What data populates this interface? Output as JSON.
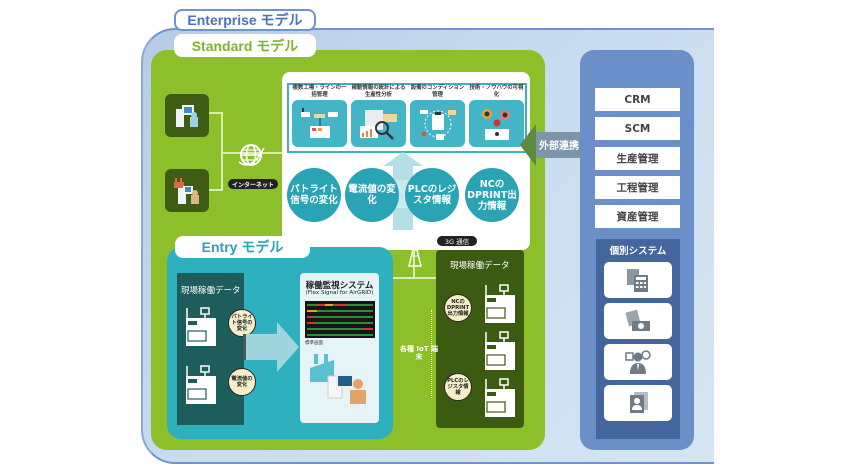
{
  "tabs": {
    "enterprise": "Enterprise モデル",
    "standard": "Standard モデル",
    "entry": "Entry モデル"
  },
  "standard": {
    "internet_label": "インターネット",
    "features": [
      {
        "title": "複数工場・ラインの一括管理",
        "icon": "factory-line-icon"
      },
      {
        "title": "稼動情報の統計による生産性分析",
        "icon": "analysis-magnifier-icon"
      },
      {
        "title": "設備のコンディション管理",
        "icon": "clipboard-condition-icon"
      },
      {
        "title": "技術・ノウハウの可視化",
        "icon": "know-how-people-icon"
      }
    ],
    "data_sources": [
      "パトライト信号の変化",
      "電流値の変化",
      "PLCのレジスタ情報",
      "NCのDPRINT出力情報"
    ],
    "external_link": "外部連携",
    "g3_label": "3G 通信",
    "field": {
      "heading": "現場稼働データ",
      "iot_label": "各種 IoT 端末",
      "signals": [
        "NCのDPRINT出力情報",
        "PLCのレジスタ情報"
      ]
    }
  },
  "entry": {
    "data_heading": "現場稼働データ",
    "signals": [
      "パトライト信号の変化",
      "電流値の変化"
    ],
    "monitor_title": "稼働監視システム",
    "monitor_subtitle": "(Flex Signal for AirGRID)",
    "monitor_caption": "標準画面"
  },
  "enterprise": {
    "systems": [
      "CRM",
      "SCM",
      "生産管理",
      "工程管理",
      "資産管理"
    ],
    "individual_title": "個別システム",
    "individual_icons": [
      "calculator-documents-icon",
      "money-bills-icon",
      "employee-clock-icon",
      "id-card-icon"
    ]
  },
  "colors": {
    "enterprise_blue": "#6e93cd",
    "standard_green": "#8dbf2a",
    "entry_teal": "#2fb0bf",
    "field_dark_green": "#3c5b12"
  }
}
